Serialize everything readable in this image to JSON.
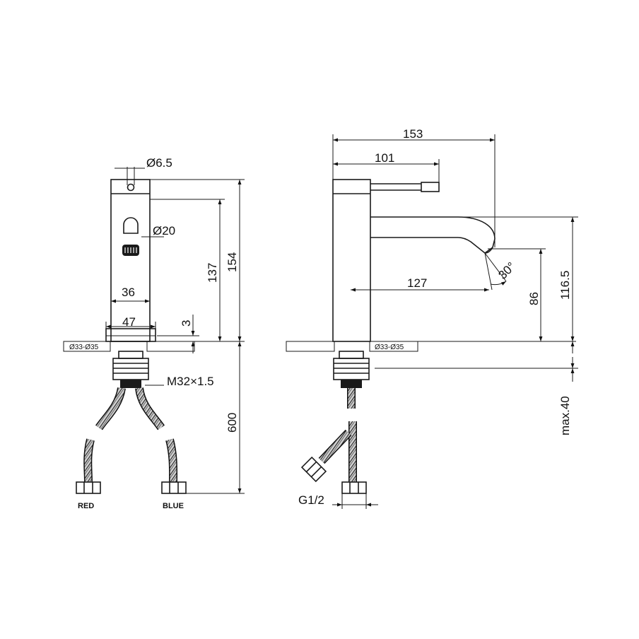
{
  "front_view": {
    "dim_handle_diameter": "Ø6.5",
    "dim_outlet_diameter": "Ø20",
    "dim_body_width": "36",
    "dim_base_width": "47",
    "dim_base_height": "3",
    "dim_outlet_height": "137",
    "dim_total_height": "154",
    "dim_hole_diameter": "Ø33-Ø35",
    "dim_thread": "M32×1.5",
    "dim_hose_length": "600",
    "label_hot": "RED",
    "label_cold": "BLUE"
  },
  "side_view": {
    "dim_total_depth": "153",
    "dim_handle_length": "101",
    "dim_spout_reach": "127",
    "dim_spout_angle": "30°",
    "dim_spout_clearance": "86",
    "dim_spout_top_height": "116.5",
    "dim_hole_diameter": "Ø33-Ø35",
    "dim_max_deck": "max.40",
    "dim_connection": "G1/2"
  }
}
